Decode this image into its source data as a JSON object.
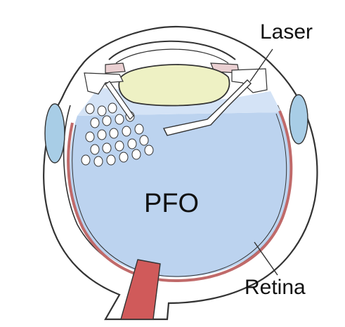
{
  "labels": {
    "laser": "Laser",
    "pfo": "PFO",
    "retina": "Retina"
  },
  "colors": {
    "background": "#ffffff",
    "outline": "#333333",
    "sclera": "#ffffff",
    "retina": "#c06a6a",
    "pfo_fill": "#bcd3ef",
    "pfo_fill_light": "#d4e3f6",
    "lens_fill": "#eef1c4",
    "iris_fill": "#ead0d2",
    "cornea_side_fill": "#a8cde6",
    "optic_nerve": "#d05a5a",
    "bubble_fill": "#ffffff",
    "text": "#111111"
  }
}
